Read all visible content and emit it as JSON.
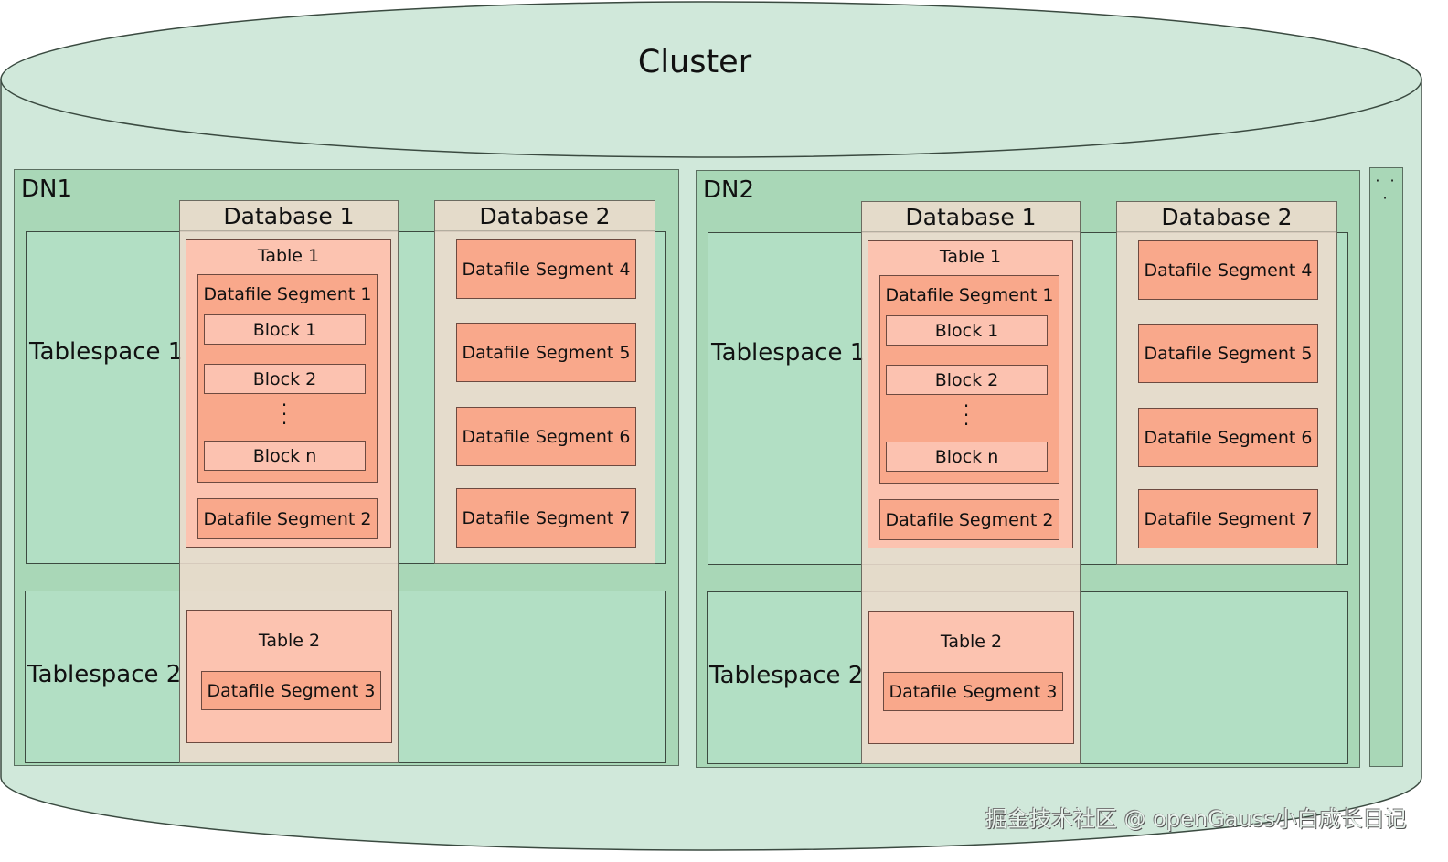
{
  "cluster": {
    "title": "Cluster",
    "ellipsis": "· · ·"
  },
  "colors": {
    "cylinder": "#d0e8da",
    "data_node": "#a9d7b7",
    "tablespace": "#b2dfc4",
    "database": "#ecdccd",
    "table": "#fcc3b0",
    "segment": "#f9a88b",
    "block": "#fcc2b0"
  },
  "nodes": [
    {
      "label": "DN1",
      "tablespaces": [
        "Tablespace 1",
        "Tablespace 2"
      ],
      "db1": {
        "title": "Database 1",
        "table1": "Table 1",
        "seg1": "Datafile Segment 1",
        "blocks": [
          "Block 1",
          "Block 2",
          "Block n"
        ],
        "seg2": "Datafile Segment 2",
        "table2": "Table 2",
        "seg3": "Datafile Segment 3"
      },
      "db2": {
        "title": "Database 2",
        "segments": [
          "Datafile Segment 4",
          "Datafile Segment 5",
          "Datafile Segment 6",
          "Datafile Segment 7"
        ]
      }
    },
    {
      "label": "DN2",
      "tablespaces": [
        "Tablespace 1",
        "Tablespace 2"
      ],
      "db1": {
        "title": "Database 1",
        "table1": "Table 1",
        "seg1": "Datafile Segment 1",
        "blocks": [
          "Block 1",
          "Block 2",
          "Block n"
        ],
        "seg2": "Datafile Segment 2",
        "table2": "Table 2",
        "seg3": "Datafile Segment 3"
      },
      "db2": {
        "title": "Database 2",
        "segments": [
          "Datafile Segment 4",
          "Datafile Segment 5",
          "Datafile Segment 6",
          "Datafile Segment 7"
        ]
      }
    }
  ],
  "watermark": "掘金技术社区 @ openGauss小白成长日记"
}
